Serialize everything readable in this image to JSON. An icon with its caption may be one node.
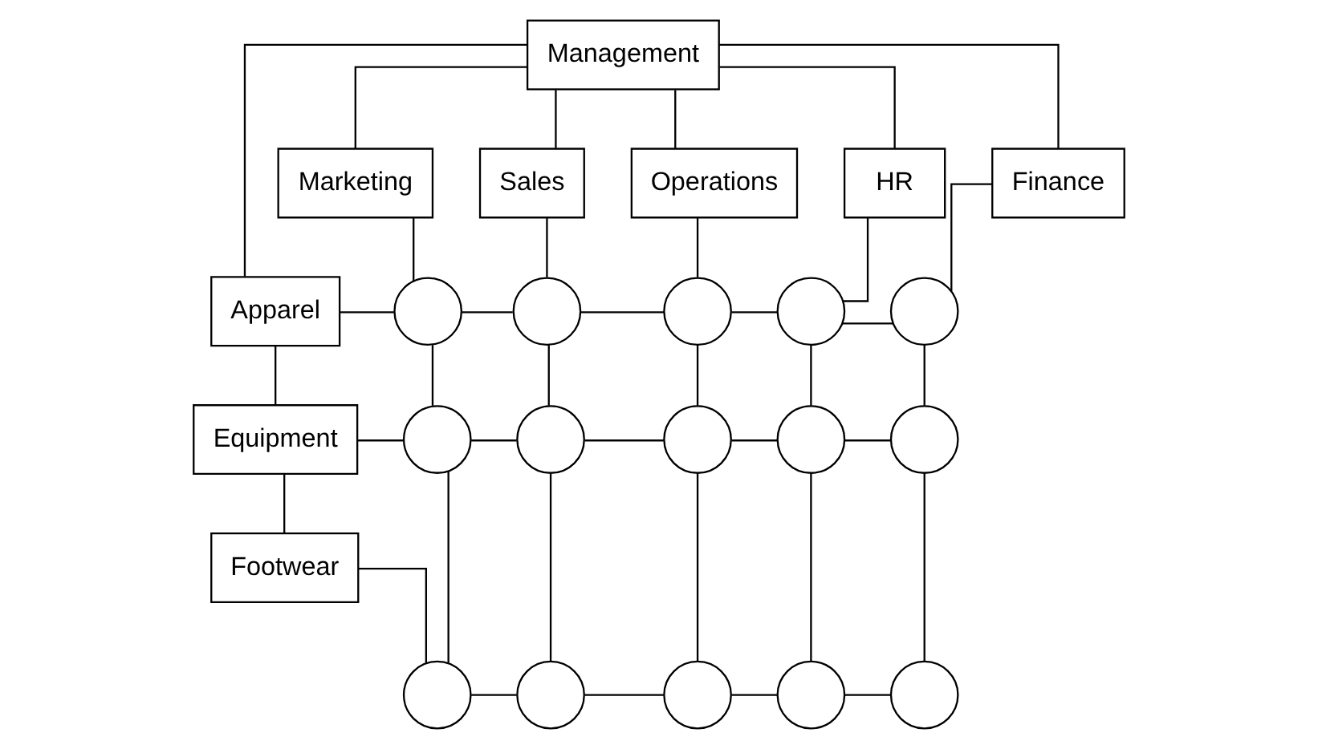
{
  "diagram": {
    "nodes": [
      {
        "text": [
          "Management"
        ]
      },
      {
        "text": [
          "Marketing"
        ]
      },
      {
        "text": [
          "Sales"
        ]
      },
      {
        "text": [
          "Operations"
        ]
      },
      {
        "text": [
          "HR"
        ]
      },
      {
        "text": [
          "Finance"
        ]
      },
      {
        "text": [
          "Apparel"
        ]
      },
      {
        "text": [
          "Equipment"
        ]
      },
      {
        "text": [
          "Footwear"
        ]
      },
      {
        "text": [],
        "shape": "circle"
      },
      {
        "text": [],
        "shape": "circle"
      },
      {
        "text": [],
        "shape": "circle"
      },
      {
        "text": [],
        "shape": "circle"
      },
      {
        "text": [],
        "shape": "circle"
      },
      {
        "text": [],
        "shape": "circle"
      },
      {
        "text": [],
        "shape": "circle"
      },
      {
        "text": [],
        "shape": "circle"
      },
      {
        "text": [],
        "shape": "circle"
      },
      {
        "text": [],
        "shape": "circle"
      },
      {
        "text": [],
        "shape": "circle"
      },
      {
        "text": [],
        "shape": "circle"
      },
      {
        "text": [],
        "shape": "circle"
      },
      {
        "text": [],
        "shape": "circle"
      },
      {
        "text": [],
        "shape": "circle"
      }
    ],
    "edges": [
      {
        "from": 0,
        "to": 6,
        "arrow": "none"
      },
      {
        "from": 0,
        "to": 1,
        "arrow": "none"
      },
      {
        "from": 0,
        "to": 2,
        "arrow": "none"
      },
      {
        "from": 0,
        "to": 3,
        "arrow": "none"
      },
      {
        "from": 0,
        "to": 4,
        "arrow": "none"
      },
      {
        "from": 0,
        "to": 5,
        "arrow": "none"
      },
      {
        "from": 6,
        "to": 7,
        "arrow": "none"
      },
      {
        "from": 7,
        "to": 8,
        "arrow": "none"
      },
      {
        "from": 1,
        "to": 9,
        "arrow": "none"
      },
      {
        "from": 2,
        "to": 10,
        "arrow": "none"
      },
      {
        "from": 3,
        "to": 11,
        "arrow": "none"
      },
      {
        "from": 4,
        "to": 12,
        "arrow": "none"
      },
      {
        "from": 5,
        "to": 13,
        "arrow": "none"
      },
      {
        "from": 6,
        "to": 9,
        "arrow": "none"
      },
      {
        "from": 9,
        "to": 10,
        "arrow": "none"
      },
      {
        "from": 10,
        "to": 11,
        "arrow": "none"
      },
      {
        "from": 11,
        "to": 12,
        "arrow": "none"
      },
      {
        "from": 12,
        "to": 13,
        "arrow": "none"
      },
      {
        "from": 9,
        "to": 14,
        "arrow": "none"
      },
      {
        "from": 10,
        "to": 15,
        "arrow": "none"
      },
      {
        "from": 11,
        "to": 16,
        "arrow": "none"
      },
      {
        "from": 12,
        "to": 17,
        "arrow": "none"
      },
      {
        "from": 13,
        "to": 18,
        "arrow": "none"
      },
      {
        "from": 7,
        "to": 14,
        "arrow": "none"
      },
      {
        "from": 14,
        "to": 15,
        "arrow": "none"
      },
      {
        "from": 15,
        "to": 16,
        "arrow": "none"
      },
      {
        "from": 16,
        "to": 17,
        "arrow": "none"
      },
      {
        "from": 17,
        "to": 18,
        "arrow": "none"
      },
      {
        "from": 14,
        "to": 19,
        "arrow": "none"
      },
      {
        "from": 15,
        "to": 20,
        "arrow": "none"
      },
      {
        "from": 16,
        "to": 21,
        "arrow": "none"
      },
      {
        "from": 17,
        "to": 22,
        "arrow": "none"
      },
      {
        "from": 18,
        "to": 23,
        "arrow": "none"
      },
      {
        "from": 8,
        "to": 19,
        "arrow": "none"
      },
      {
        "from": 19,
        "to": 20,
        "arrow": "none"
      },
      {
        "from": 20,
        "to": 21,
        "arrow": "none"
      },
      {
        "from": 21,
        "to": 22,
        "arrow": "none"
      },
      {
        "from": 22,
        "to": 23,
        "arrow": "none"
      }
    ]
  }
}
